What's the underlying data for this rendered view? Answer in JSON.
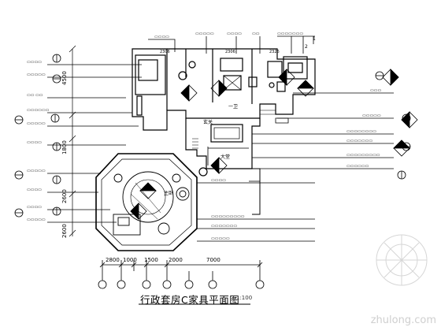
{
  "drawing": {
    "title": "行政套房C家具平面图",
    "scale": "1:100",
    "watermark": "zhulong.com"
  },
  "dimensions": {
    "left_vertical": [
      "4500",
      "1800",
      "2600",
      "2600"
    ],
    "bottom_horizontal": [
      "2800",
      "1000",
      "1500",
      "2000",
      "7000"
    ],
    "top_small": [
      "2306",
      "2306",
      "2326",
      "1",
      "2"
    ]
  },
  "room_labels": [
    "一卫",
    "主卧",
    "大堂",
    "玄关"
  ]
}
